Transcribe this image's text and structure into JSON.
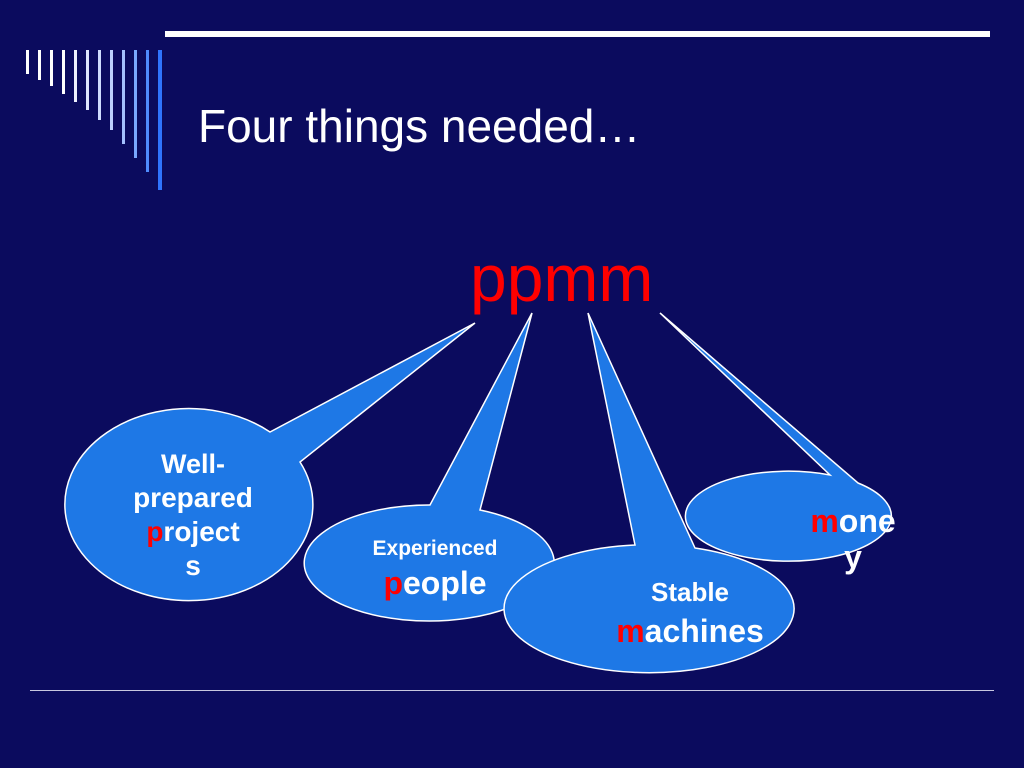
{
  "slide": {
    "title": "Four things needed…",
    "acronym": "ppmm",
    "colors": {
      "background": "#0b0b5e",
      "bubble": "#1e78e6",
      "bubble_outline": "#ffffff",
      "highlight": "#ff0000",
      "text": "#ffffff"
    }
  },
  "bubbles": {
    "projects": {
      "line1": "Well-",
      "line2": "prepared",
      "initial": "p",
      "rest": "roject",
      "line4": "s"
    },
    "people": {
      "line1": "Experienced",
      "initial": "p",
      "rest": "eople"
    },
    "machines": {
      "line1": "Stable",
      "initial": "m",
      "rest": "achines"
    },
    "money": {
      "initial": "m",
      "rest": "one",
      "line2": "y"
    }
  }
}
